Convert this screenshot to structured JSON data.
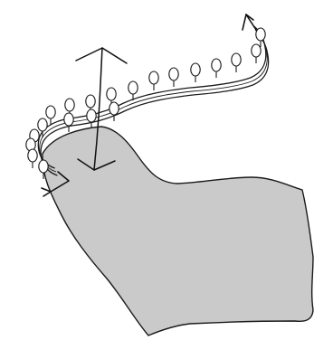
{
  "diagram": {
    "colors": {
      "background": "#ffffff",
      "land_fill": "#cacaca",
      "land_stroke": "#1a1a1a",
      "road_stroke": "#1a1a1a",
      "tree_stroke": "#1a1a1a",
      "tree_fill": "#ffffff",
      "arrow_stroke": "#111111"
    },
    "tree_count": 20,
    "road_lane_count": 3,
    "icons": [
      "land-area",
      "winding-road",
      "tree-icon",
      "direction-arrow-icon",
      "double-headed-arrow-icon"
    ]
  }
}
